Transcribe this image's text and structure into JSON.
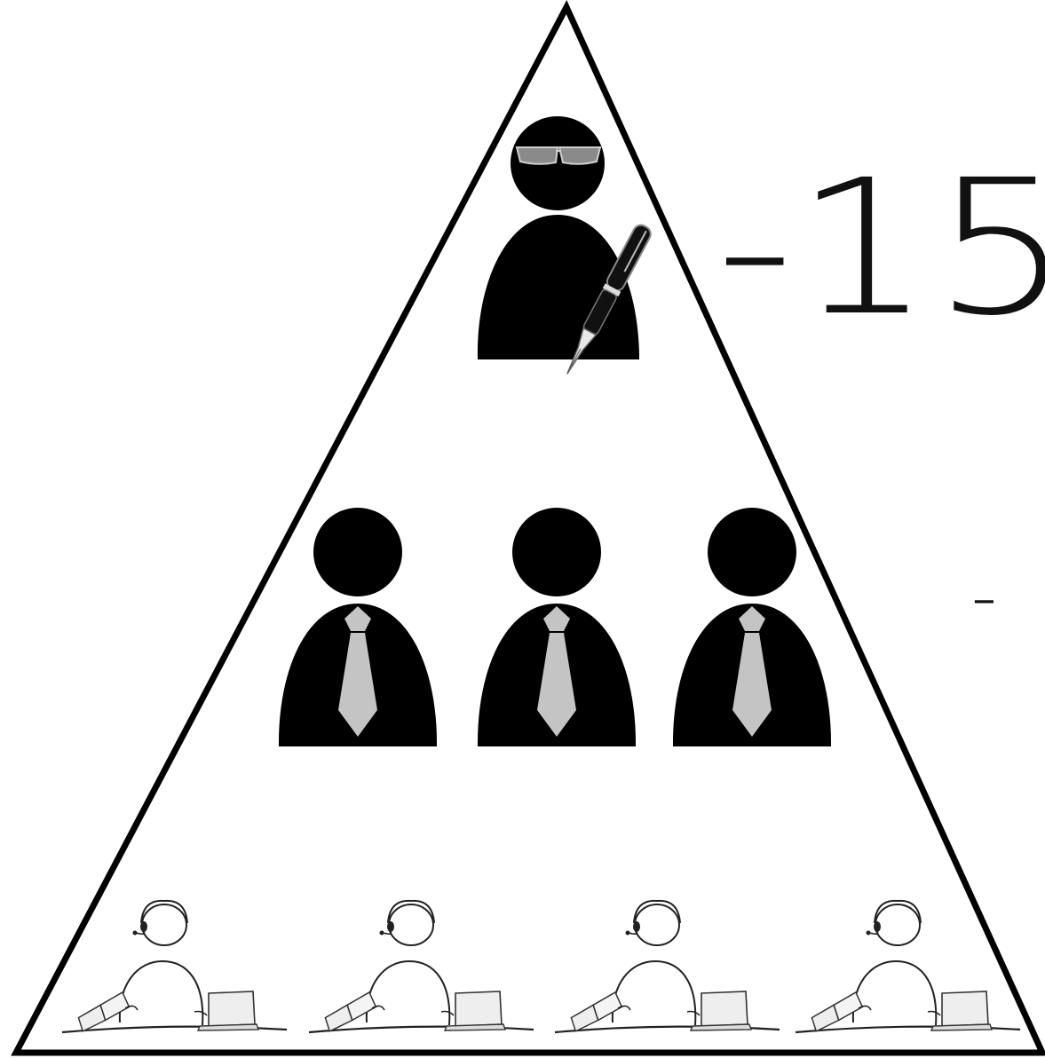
{
  "diagram": {
    "type": "org-pyramid",
    "levels": [
      {
        "tier": "top",
        "count": 1,
        "figure": "executive-with-sunglasses-and-pen"
      },
      {
        "tier": "middle",
        "count": 3,
        "figure": "manager-with-tie"
      },
      {
        "tier": "bottom",
        "count": 4,
        "figure": "call-center-worker-with-headset"
      }
    ],
    "annotations": {
      "top_label": "-15",
      "middle_label": "-"
    },
    "colors": {
      "outline": "#000000",
      "figure": "#000000",
      "tie": "#c4c4c4",
      "glasses": "#9a9a9a",
      "sketch": "#222222",
      "paper": "#eeeeee"
    }
  }
}
